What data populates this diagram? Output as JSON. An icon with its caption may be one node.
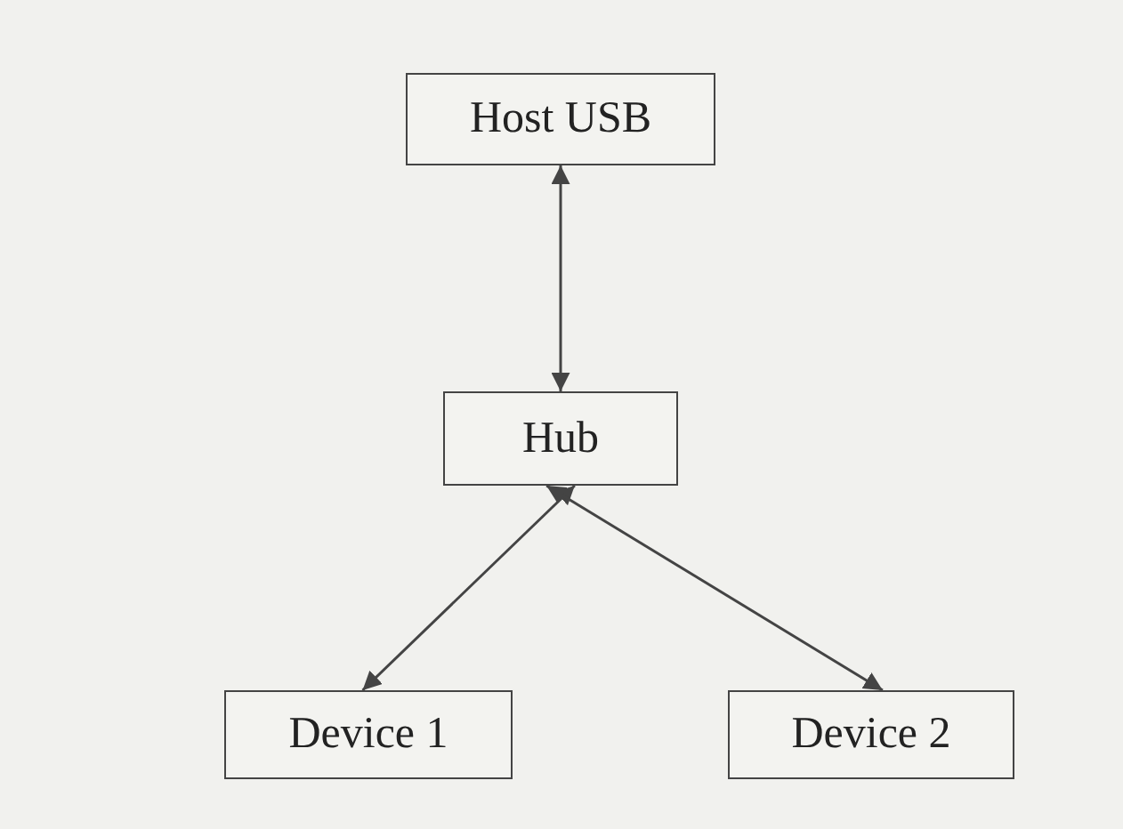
{
  "diagram": {
    "nodes": [
      {
        "text": [
          "Host USB"
        ]
      },
      {
        "text": [
          "Hub"
        ]
      },
      {
        "text": [
          "Device 1"
        ]
      },
      {
        "text": [
          "Device 2"
        ]
      }
    ],
    "edges": [
      {
        "from": 0,
        "to": 1,
        "arrow": "both"
      },
      {
        "from": 1,
        "to": 2,
        "arrow": "both"
      },
      {
        "from": 1,
        "to": 3,
        "arrow": "both"
      }
    ]
  }
}
